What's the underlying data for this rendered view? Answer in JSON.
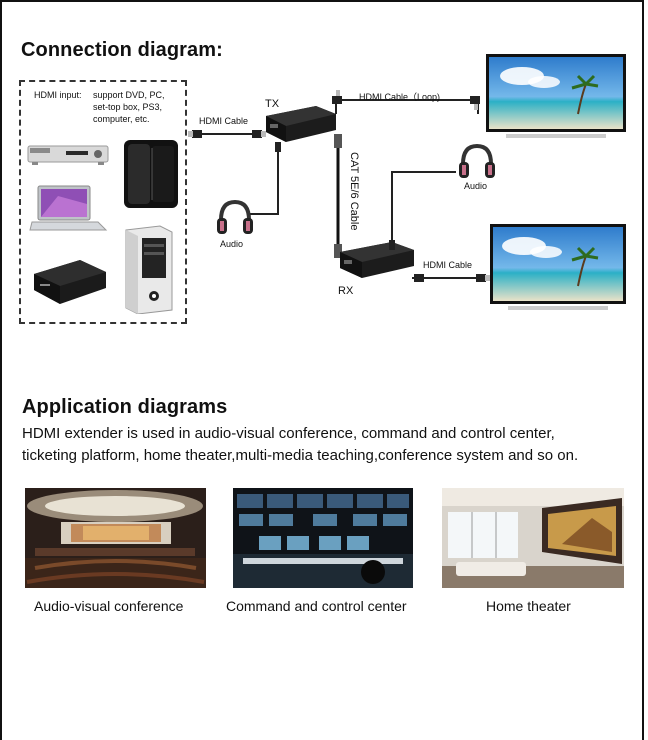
{
  "connection": {
    "title": "Connection diagram:",
    "hdmi_input_label": "HDMI input:",
    "support_lines": [
      "support DVD, PC,",
      "set-top box, PS3,",
      "computer, etc."
    ],
    "tx_label": "TX",
    "rx_label": "RX",
    "hdmi_cable_tx": "HDMI Cable",
    "hdmi_cable_loop": "HDMI Cable（Loop)",
    "hdmi_cable_rx": "HDMI Cable",
    "cat_cable": "CAT 5E/6 Cable",
    "audio_tx": "Audio",
    "audio_rx": "Audio"
  },
  "application": {
    "title": "Application diagrams",
    "description_lines": [
      "HDMI extender is used in audio-visual conference, command and control center,",
      "ticketing platform, home theater,multi-media teaching,conference system and so on."
    ],
    "items": [
      {
        "caption": "Audio-visual conference"
      },
      {
        "caption": "Command and control center"
      },
      {
        "caption": "Home theater"
      }
    ]
  },
  "colors": {
    "sky": "#3a8fd6",
    "sea": "#2a9fb8",
    "device": "#1d1d1d",
    "headphone_pink": "#c8708a"
  }
}
